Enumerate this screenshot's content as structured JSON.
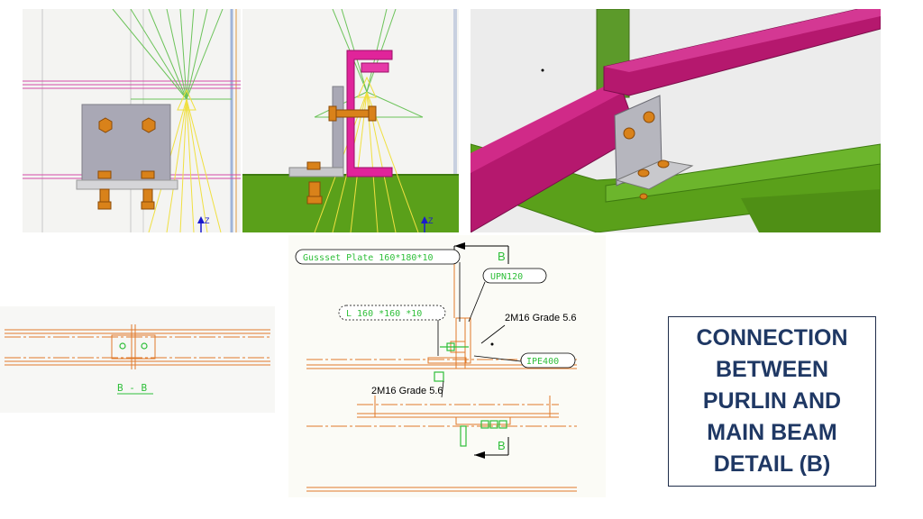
{
  "views": {
    "front_3d": {
      "axis_label": "Z"
    },
    "side_3d": {
      "axis_label": "Z"
    },
    "iso_3d": {}
  },
  "section_view": {
    "label": "B - B"
  },
  "detail_drawing": {
    "labels": {
      "gusset": "Gussset Plate 160*180*10",
      "channel": "UPN120",
      "angle": "L 160 *160 *10",
      "bolts_top": "2M16 Grade 5.6",
      "beam": "IPE400",
      "bolts_bottom": "2M16 Grade 5.6"
    },
    "section_marker_top": "B",
    "section_marker_bottom": "B"
  },
  "title": "CONNECTION\nBETWEEN\nPURLIN AND\nMAIN BEAM\nDETAIL (B)",
  "colors": {
    "magenta_member": "#c2187a",
    "green_member": "#5a9a1a",
    "plate_gray": "#a8a8b0",
    "bolt_orange": "#d9821a",
    "cad_orange": "#e07a2a",
    "cad_green": "#2fbf3a",
    "title_navy": "#1f3864"
  }
}
